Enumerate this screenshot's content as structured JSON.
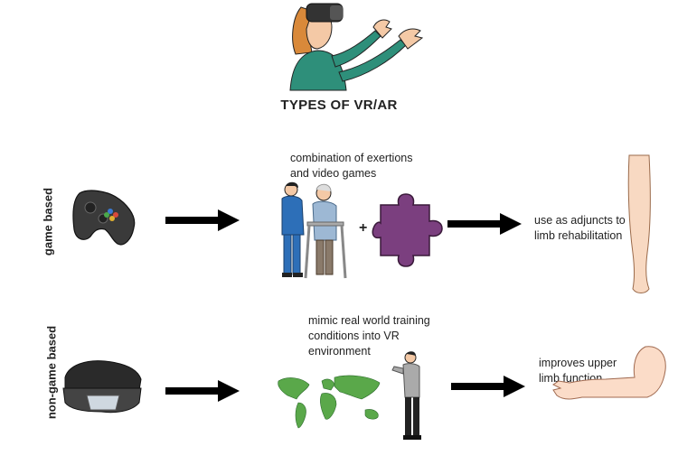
{
  "title": "TYPES OF VR/AR",
  "rows": [
    {
      "label": "game based",
      "description_lines": [
        "combination of exertions",
        "and video games"
      ],
      "plus": "+",
      "outcome_lines": [
        "use as adjuncts to",
        "limb rehabilitation"
      ]
    },
    {
      "label": "non-game based",
      "description_lines": [
        "mimic real world training",
        "conditions into VR",
        "environment"
      ],
      "outcome_lines": [
        "improves upper",
        "limb function"
      ]
    }
  ],
  "colors": {
    "arrow": "#000000",
    "puzzle": "#7b3f7f",
    "teal_shirt": "#2e8f7a",
    "skin": "#f4c9a6",
    "map_green": "#5aa84a",
    "nurse_blue": "#2d6fb8"
  },
  "icons": [
    "vr-woman-icon",
    "gamepad-icon",
    "nurse-patient-icon",
    "puzzle-icon",
    "leg-icon",
    "headset-icon",
    "world-map-icon",
    "standing-man-icon",
    "arm-icon"
  ]
}
